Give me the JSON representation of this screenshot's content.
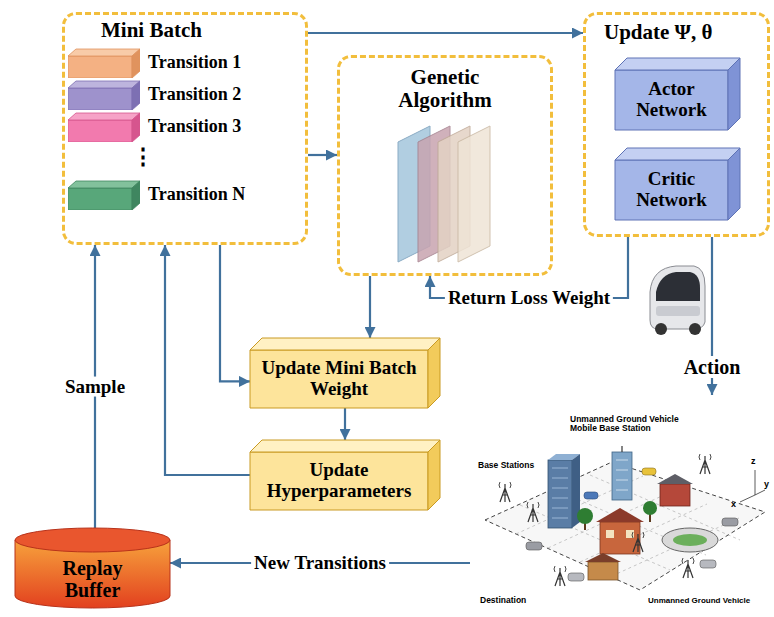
{
  "diagram": {
    "nodes": [
      {
        "text": [
          "Mini Batch"
        ]
      },
      {
        "text": [
          "Transition 1"
        ],
        "in": 0
      },
      {
        "text": [
          "Transition 2"
        ],
        "in": 0
      },
      {
        "text": [
          "Transition 3"
        ],
        "in": 0
      },
      {
        "text": [
          "Transition N"
        ],
        "in": 0
      },
      {
        "text": [
          "Genetic Algorithm"
        ]
      },
      {
        "text": [
          "Update Ψ, θ"
        ]
      },
      {
        "text": [
          "Actor Network"
        ],
        "in": 6
      },
      {
        "text": [
          "Critic Network"
        ],
        "in": 6
      },
      {
        "text": [
          "Update Mini Batch Weight"
        ]
      },
      {
        "text": [
          "Update Hyperparameters"
        ]
      },
      {
        "text": [
          "Replay Buffer"
        ]
      },
      {
        "text": [
          "Unmanned Ground Vehicle Mobile Base Station",
          "Base Stations",
          "Destination",
          "Unmanned Ground Vehicle"
        ]
      }
    ],
    "edges": [
      {
        "from": 0,
        "to": 6,
        "arrow": "to"
      },
      {
        "from": 0,
        "to": 5,
        "arrow": "to"
      },
      {
        "from": 0,
        "to": 9,
        "arrow": "to"
      },
      {
        "from": 5,
        "to": 9,
        "arrow": "to"
      },
      {
        "from": 9,
        "to": 10,
        "arrow": "to"
      },
      {
        "from": 10,
        "to": 0,
        "arrow": "to"
      },
      {
        "from": 11,
        "to": 0,
        "label": "Sample",
        "arrow": "to"
      },
      {
        "from": 6,
        "to": 5,
        "label": "Return Loss Weight",
        "arrow": "to"
      },
      {
        "from": 6,
        "to": 12,
        "label": "Action",
        "arrow": "to"
      },
      {
        "from": 12,
        "to": 11,
        "label": "New Transitions",
        "arrow": "to"
      }
    ],
    "labels": [
      "⋮",
      "z",
      "x",
      "y"
    ]
  }
}
